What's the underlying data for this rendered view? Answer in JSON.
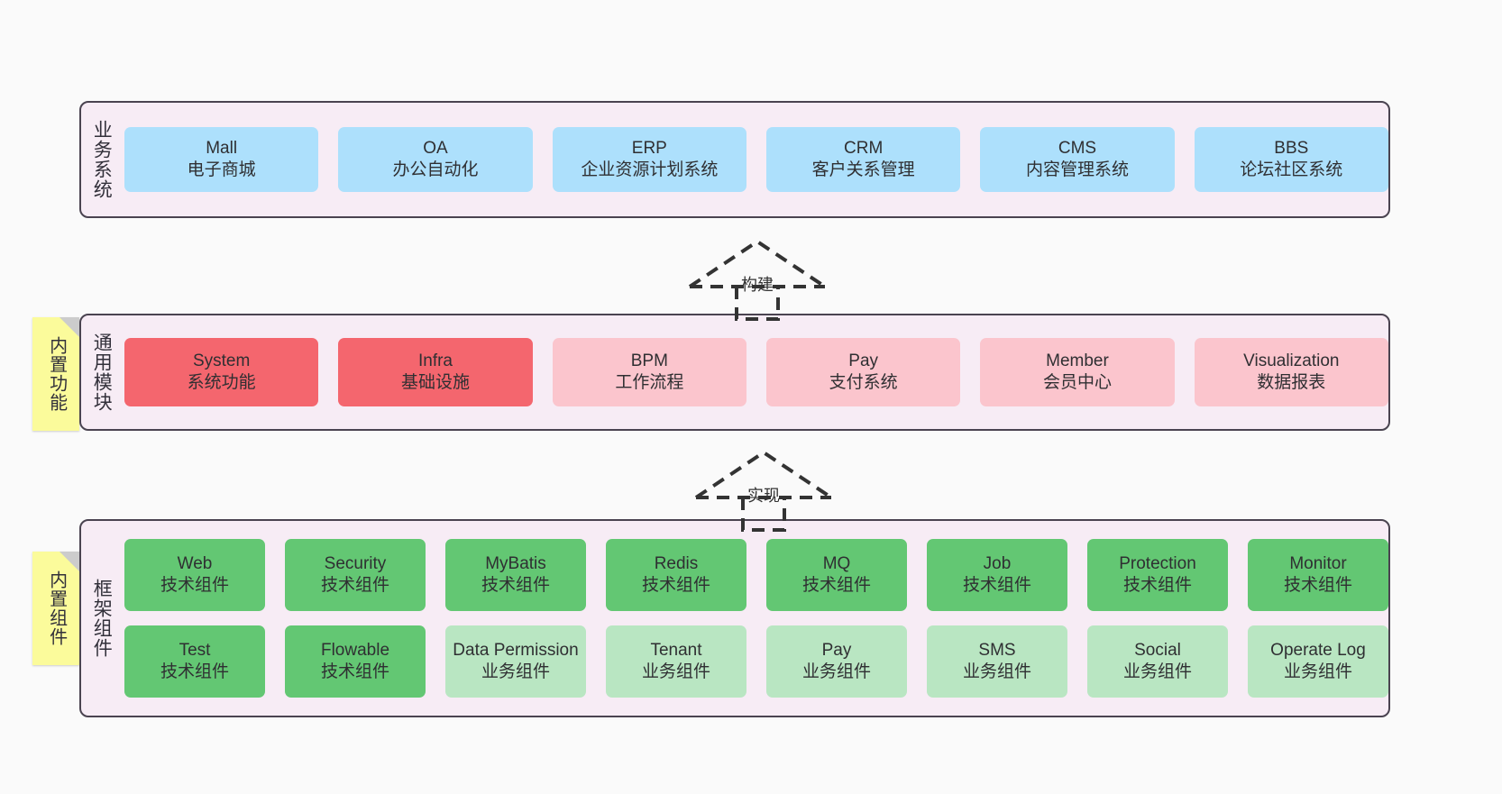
{
  "theme": {
    "band_bg": "#f7ecf5",
    "band_border": "#4a4350",
    "blue": "#ade0fc",
    "red": "#f4666e",
    "pink": "#fbc5cd",
    "green": "#63c773",
    "light_green": "#b9e6c2",
    "sticky_yellow": "#fbfb9b",
    "page_bg": "#fafafa"
  },
  "bands": {
    "business": {
      "label": "业务系统",
      "items": [
        {
          "en": "Mall",
          "cn": "电子商城",
          "color": "blue"
        },
        {
          "en": "OA",
          "cn": "办公自动化",
          "color": "blue"
        },
        {
          "en": "ERP",
          "cn": "企业资源计划系统",
          "color": "blue"
        },
        {
          "en": "CRM",
          "cn": "客户关系管理",
          "color": "blue"
        },
        {
          "en": "CMS",
          "cn": "内容管理系统",
          "color": "blue"
        },
        {
          "en": "BBS",
          "cn": "论坛社区系统",
          "color": "blue"
        }
      ]
    },
    "modules": {
      "label": "通用模块",
      "sticky": "内置功能",
      "items": [
        {
          "en": "System",
          "cn": "系统功能",
          "color": "red"
        },
        {
          "en": "Infra",
          "cn": "基础设施",
          "color": "red"
        },
        {
          "en": "BPM",
          "cn": "工作流程",
          "color": "pink"
        },
        {
          "en": "Pay",
          "cn": "支付系统",
          "color": "pink"
        },
        {
          "en": "Member",
          "cn": "会员中心",
          "color": "pink"
        },
        {
          "en": "Visualization",
          "cn": "数据报表",
          "color": "pink"
        }
      ]
    },
    "framework": {
      "label": "框架组件",
      "sticky": "内置组件",
      "row1": [
        {
          "en": "Web",
          "cn": "技术组件",
          "color": "green"
        },
        {
          "en": "Security",
          "cn": "技术组件",
          "color": "green"
        },
        {
          "en": "MyBatis",
          "cn": "技术组件",
          "color": "green"
        },
        {
          "en": "Redis",
          "cn": "技术组件",
          "color": "green"
        },
        {
          "en": "MQ",
          "cn": "技术组件",
          "color": "green"
        },
        {
          "en": "Job",
          "cn": "技术组件",
          "color": "green"
        },
        {
          "en": "Protection",
          "cn": "技术组件",
          "color": "green"
        },
        {
          "en": "Monitor",
          "cn": "技术组件",
          "color": "green"
        }
      ],
      "row2": [
        {
          "en": "Test",
          "cn": "技术组件",
          "color": "green"
        },
        {
          "en": "Flowable",
          "cn": "技术组件",
          "color": "green"
        },
        {
          "en": "Data Permission",
          "cn": "业务组件",
          "color": "light_green"
        },
        {
          "en": "Tenant",
          "cn": "业务组件",
          "color": "light_green"
        },
        {
          "en": "Pay",
          "cn": "业务组件",
          "color": "light_green"
        },
        {
          "en": "SMS",
          "cn": "业务组件",
          "color": "light_green"
        },
        {
          "en": "Social",
          "cn": "业务组件",
          "color": "light_green"
        },
        {
          "en": "Operate Log",
          "cn": "业务组件",
          "color": "light_green"
        }
      ]
    }
  },
  "arrows": {
    "build": "构建",
    "realize": "实现"
  }
}
